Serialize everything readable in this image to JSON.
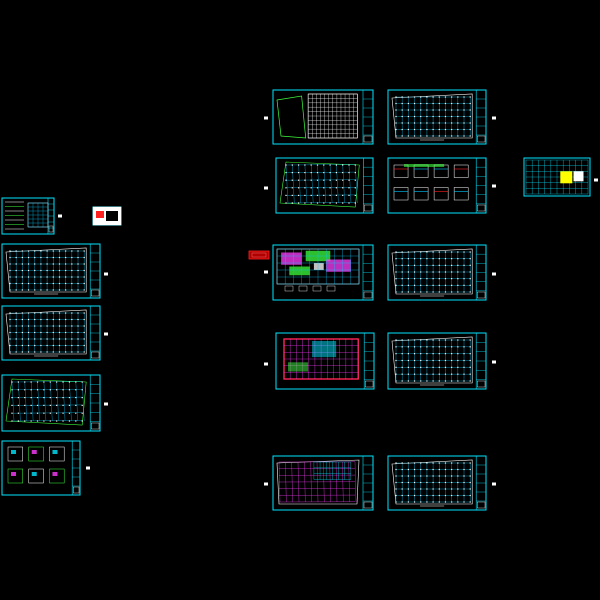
{
  "app": {
    "title": ""
  },
  "colors": {
    "background": "#000000",
    "frame": "#00e5ff",
    "grid": "#00c8ff",
    "outline": "#ffffff",
    "green": "#3cff3c",
    "magenta": "#ff3cff",
    "red": "#ff2020",
    "yellow": "#ffff00",
    "white": "#ffffff"
  },
  "sheets": [
    {
      "id": "sheet-left-1"
    },
    {
      "id": "sheet-left-2"
    },
    {
      "id": "sheet-left-3"
    },
    {
      "id": "sheet-left-4"
    },
    {
      "id": "sheet-left-5"
    },
    {
      "id": "sheet-left-6"
    },
    {
      "id": "sheet-mid-1"
    },
    {
      "id": "sheet-mid-2"
    },
    {
      "id": "sheet-mid-3"
    },
    {
      "id": "sheet-mid-4"
    },
    {
      "id": "sheet-mid-5"
    },
    {
      "id": "sheet-right-1"
    },
    {
      "id": "sheet-right-2"
    },
    {
      "id": "sheet-right-3"
    },
    {
      "id": "sheet-right-4"
    },
    {
      "id": "sheet-right-5"
    },
    {
      "id": "sheet-far-right"
    }
  ],
  "markers": {
    "red_stamp": "red-stamp-icon"
  }
}
